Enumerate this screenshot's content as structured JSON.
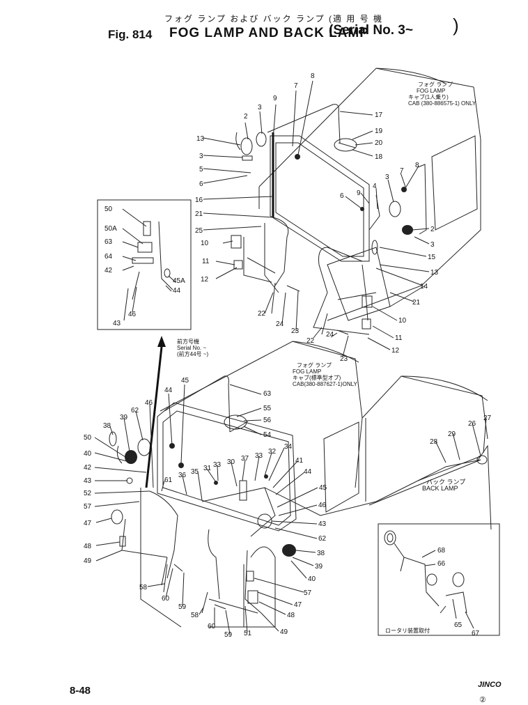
{
  "header": {
    "title_jp": "フォグ ランプ および バック ランプ (適 用 号 機",
    "fig_label": "Fig. 814",
    "title_en": "FOG LAMP AND BACK LAMP",
    "serial": "(Serial No. 3~",
    "serial_close": ")"
  },
  "notes": {
    "upper_fog": [
      "フォグ ランプ",
      "FOG LAMP",
      "キャブ(1人乗り)",
      "CAB (380-886575-1) ONLY"
    ],
    "lower_fog": [
      "フォグ ランプ",
      "FOG LAMP",
      "キャブ(標準型オプ)",
      "CAB(380-887627-1)ONLY"
    ],
    "arrow_note": [
      "前方号機",
      "Serial No. ~",
      "(前方44号 ~)"
    ],
    "back_lamp": [
      "バック ランプ",
      "BACK LAMP"
    ],
    "rotary_note": "ロータリ装置取付"
  },
  "footer": {
    "page": "8-48",
    "brand": "JINCO",
    "revision": "②"
  },
  "callouts": {
    "upper": [
      "2",
      "3",
      "13",
      "3",
      "5",
      "6",
      "16",
      "21",
      "25",
      "9",
      "8",
      "7",
      "17",
      "19",
      "20",
      "18",
      "6",
      "9",
      "4",
      "3",
      "7",
      "8",
      "2",
      "3",
      "15",
      "13",
      "14",
      "21",
      "10",
      "11",
      "12",
      "10",
      "11",
      "12",
      "22",
      "24",
      "23",
      "22",
      "24",
      "23"
    ],
    "inset_a": [
      "50",
      "50A",
      "63",
      "64",
      "42",
      "45A",
      "44",
      "43",
      "46"
    ],
    "lower": [
      "44",
      "45",
      "63",
      "55",
      "56",
      "54",
      "46",
      "62",
      "39",
      "38",
      "50",
      "40",
      "42",
      "43",
      "52",
      "57",
      "61",
      "36",
      "35",
      "31",
      "33",
      "30",
      "37",
      "33",
      "32",
      "34",
      "41",
      "44",
      "45",
      "46",
      "43",
      "62",
      "38",
      "39",
      "40",
      "47",
      "48",
      "49",
      "58",
      "60",
      "59",
      "58",
      "60",
      "59",
      "51",
      "57",
      "47",
      "48",
      "49",
      "28",
      "29",
      "26",
      "27"
    ],
    "inset_b": [
      "68",
      "66",
      "65",
      "67"
    ]
  }
}
